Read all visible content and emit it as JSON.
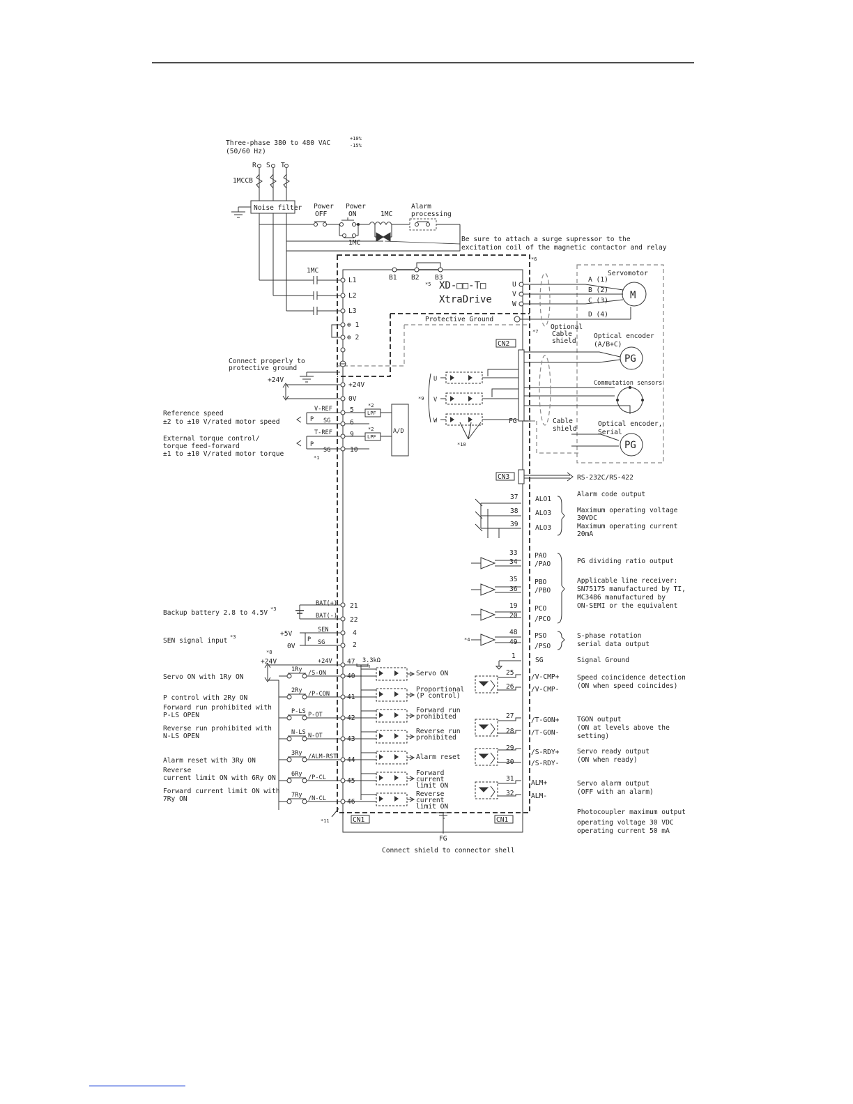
{
  "header": {
    "rule": true
  },
  "supply": {
    "line1": "Three-phase 380 to 480 VAC",
    "tol_plus": "+10%",
    "tol_minus": "-15%",
    "line2": "(50/60 Hz)",
    "phases": [
      "R",
      "S",
      "T"
    ],
    "breaker": "1MCCB",
    "noise_filter": "Noise filter"
  },
  "control": {
    "power_off": [
      "Power",
      "OFF"
    ],
    "power_on": [
      "Power",
      "ON"
    ],
    "contactor": "1MC",
    "alarm": [
      "Alarm",
      "processing"
    ],
    "contactor_aux": "1MC",
    "surge_note": [
      "Be sure to attach a surge supressor to the",
      "excitation coil of the magnetic contactor and relay"
    ]
  },
  "drive": {
    "model": "XD-□□-T□",
    "name": "XtraDrive",
    "contactor_label": "1MC",
    "main_terminals": [
      "L1",
      "L2",
      "L3"
    ],
    "dc_terminals": [
      "⊕ 1",
      "⊕ 2"
    ],
    "regen_terminals": [
      "B1",
      "B2",
      "B3"
    ],
    "protective_ground": "Protective Ground",
    "connect_ground": [
      "Connect properly to",
      "protective ground"
    ],
    "ctl_24v": "+24V",
    "ctl_0v": "0V",
    "ext_24v": "+24V",
    "note5": "*5",
    "note6": "*6",
    "note7": "*7"
  },
  "motor": {
    "title": "Servomotor",
    "phases": [
      {
        "pin": "U",
        "label": "A (1)"
      },
      {
        "pin": "V",
        "label": "B (2)"
      },
      {
        "pin": "W",
        "label": "C (3)"
      }
    ],
    "ground": "D (4)",
    "symbol": "M",
    "optional_shield": [
      "Optional",
      "Cable",
      "shield"
    ]
  },
  "encoder": {
    "cn2": "CN2",
    "optical": [
      "Optical encoder",
      "(A/B+C)"
    ],
    "pg": "PG",
    "commutation": "Commutation sensors",
    "serial": [
      "Optical encoder,",
      "Serial"
    ],
    "fg": "FG",
    "cable_shield": [
      "Cable",
      "shield"
    ],
    "uvw": [
      "U",
      "V",
      "W"
    ],
    "note9": "*9",
    "note10": "*10"
  },
  "analog": {
    "ref_speed": [
      "Reference speed",
      "±2 to ±10 V/rated motor speed"
    ],
    "ext_torque": [
      "External torque control/",
      "torque feed-forward",
      "±1 to ±10 V/rated motor torque"
    ],
    "pins": [
      {
        "name": "V-REF",
        "num": "5"
      },
      {
        "name": "SG",
        "num": "6"
      },
      {
        "name": "T-REF",
        "num": "9"
      },
      {
        "name": "SG",
        "num": "10"
      }
    ],
    "lpf": "LPF",
    "ad": "A/D",
    "note1": "*1",
    "note2": "*2",
    "p": "P"
  },
  "comms": {
    "cn3": "CN3",
    "label": "RS-232C/RS-422"
  },
  "alarm_code": {
    "pins": [
      {
        "num": "37",
        "name": "ALO1"
      },
      {
        "num": "38",
        "name": "ALO3"
      },
      {
        "num": "39",
        "name": "ALO3"
      }
    ],
    "desc": [
      "Alarm code output",
      "Maximum operating voltage",
      "30VDC",
      "Maximum operating current",
      "20mA"
    ]
  },
  "pg_out": {
    "pins": [
      {
        "num": "33",
        "name": "PAO"
      },
      {
        "num": "34",
        "name": "/PAO"
      },
      {
        "num": "35",
        "name": "PBO"
      },
      {
        "num": "36",
        "name": "/PBO"
      },
      {
        "num": "19",
        "name": "PCO"
      },
      {
        "num": "20",
        "name": "/PCO"
      }
    ],
    "desc": [
      "PG dividing ratio output",
      "Applicable line receiver:",
      "SN75175 manufactured by TI,",
      "MC3486 manufactured by",
      "ON-SEMI or the equivalent"
    ]
  },
  "s_phase": {
    "pins": [
      {
        "num": "48",
        "name": "PSO"
      },
      {
        "num": "49",
        "name": "/PSO"
      }
    ],
    "desc": [
      "S-phase rotation",
      "serial data output"
    ],
    "note4": "*4"
  },
  "sg": {
    "num": "1",
    "name": "SG",
    "desc": "Signal Ground"
  },
  "outputs": [
    {
      "pins": [
        "25",
        "26"
      ],
      "names": [
        "/V-CMP+",
        "/V-CMP-"
      ],
      "desc": [
        "Speed coincidence detection",
        "(ON when speed coincides)"
      ]
    },
    {
      "pins": [
        "27",
        "28"
      ],
      "names": [
        "/T-GON+",
        "/T-GON-"
      ],
      "desc": [
        "TGON output",
        "(ON at levels above the",
        "setting)"
      ]
    },
    {
      "pins": [
        "29",
        "30"
      ],
      "names": [
        "/S-RDY+",
        "/S-RDY-"
      ],
      "desc": [
        "Servo ready output",
        "(ON when ready)"
      ]
    },
    {
      "pins": [
        "31",
        "32"
      ],
      "names": [
        "ALM+",
        "ALM-"
      ],
      "desc": [
        "Servo alarm output",
        "(OFF with an alarm)"
      ]
    }
  ],
  "photocoupler": [
    "Photocoupler maximum output",
    "operating voltage 30 VDC",
    "operating current 50 mA"
  ],
  "battery": {
    "desc": "Backup battery 2.8 to 4.5V",
    "note3": "*3",
    "pins": [
      {
        "name": "BAT(+)",
        "num": "21"
      },
      {
        "name": "BAT(-)",
        "num": "22"
      }
    ]
  },
  "sen": {
    "desc": "SEN signal input",
    "note3": "*3",
    "v5": "+5V",
    "v0": "0V",
    "pins": [
      {
        "name": "SEN",
        "num": "4"
      },
      {
        "name": "SG",
        "num": "2"
      }
    ],
    "p": "P"
  },
  "inputs": {
    "note8": "*8",
    "v24": "+24V",
    "pin24": {
      "name": "+24V",
      "num": "47"
    },
    "resistor": "3.3kΩ",
    "rows": [
      {
        "desc": [
          "Servo ON with 1Ry ON"
        ],
        "relay": "1Ry",
        "name": "/S-ON",
        "num": "40",
        "func": [
          "Servo ON"
        ]
      },
      {
        "desc": [
          "P control with 2Ry ON"
        ],
        "relay": "2Ry",
        "name": "/P-CON",
        "num": "41",
        "func": [
          "Proportional",
          "(P control)"
        ]
      },
      {
        "desc": [
          "Forward run prohibited with",
          "P-LS OPEN"
        ],
        "relay": "P-LS",
        "name": "P-OT",
        "num": "42",
        "func": [
          "Forward run",
          "prohibited"
        ]
      },
      {
        "desc": [
          "Reverse run prohibited with",
          "N-LS OPEN"
        ],
        "relay": "N-LS",
        "name": "N-OT",
        "num": "43",
        "func": [
          "Reverse run",
          "prohibited"
        ]
      },
      {
        "desc": [
          "Alarm reset with 3Ry ON"
        ],
        "relay": "3Ry",
        "name": "/ALM-RST",
        "num": "44",
        "func": [
          "Alarm reset"
        ]
      },
      {
        "desc": [
          "Reverse",
          "current limit ON with 6Ry ON"
        ],
        "relay": "6Ry",
        "name": "/P-CL",
        "num": "45",
        "func": [
          "Forward",
          "current",
          "limit ON"
        ]
      },
      {
        "desc": [
          "Forward current limit ON with",
          "7Ry ON"
        ],
        "relay": "7Ry",
        "name": "/N-CL",
        "num": "46",
        "func": [
          "Reverse",
          "current",
          "limit ON"
        ]
      }
    ],
    "note11": "*11"
  },
  "bottom": {
    "cn1_left": "CN1",
    "cn1_right": "CN1",
    "fg": "FG",
    "shield_note": "Connect shield to connector shell"
  }
}
